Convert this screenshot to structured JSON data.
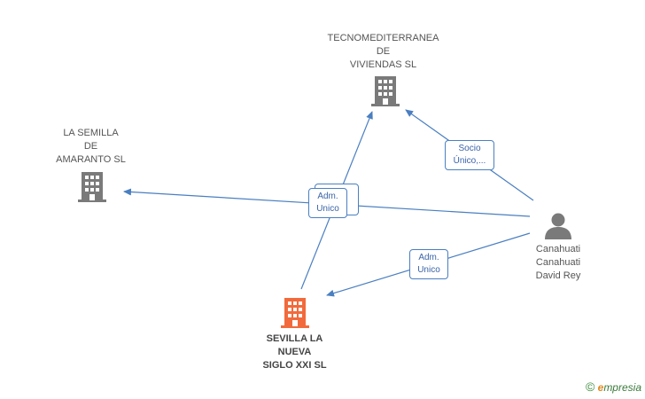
{
  "nodes": {
    "tecno": {
      "lines": [
        "TECNOMEDITERRANEA",
        "DE",
        "VIVIENDAS SL"
      ],
      "icon": "building-icon",
      "color": "#7a7a7a"
    },
    "semilla": {
      "lines": [
        "LA SEMILLA",
        "DE",
        "AMARANTO SL"
      ],
      "icon": "building-icon",
      "color": "#7a7a7a"
    },
    "sevilla": {
      "lines": [
        "SEVILLA LA",
        "NUEVA",
        "SIGLO XXI SL"
      ],
      "icon": "building-icon",
      "color": "#f26a3c"
    },
    "person": {
      "lines": [
        "Canahuati",
        "Canahuati",
        "David Rey"
      ],
      "icon": "person-icon",
      "color": "#7a7a7a"
    }
  },
  "edge_labels": {
    "socio": [
      "Socio",
      "Único,..."
    ],
    "adm_center": [
      "Adm.",
      "Unico"
    ],
    "adm_right": [
      "Adm.",
      "Unico"
    ]
  },
  "colors": {
    "edge": "#4a7fc1",
    "accent": "#f26a3c"
  },
  "watermark": {
    "symbol": "©",
    "brand_initial": "e",
    "brand_rest": "mpresia"
  }
}
